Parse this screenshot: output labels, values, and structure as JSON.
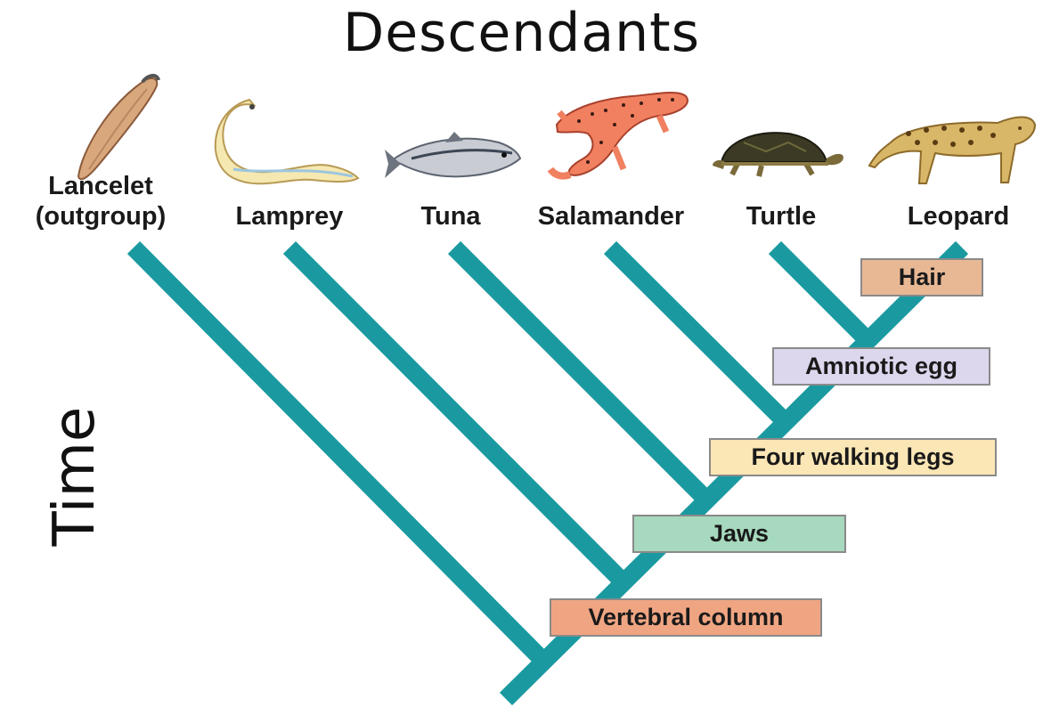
{
  "title": "Descendants",
  "axis_label": "Time",
  "colors": {
    "branch": "#1a9aa0",
    "vertebral_column": "#f0a582",
    "jaws": "#a6d9bd",
    "four_walking_legs": "#fbe6b5",
    "amniotic_egg": "#ddd7ee",
    "hair": "#e8b894"
  },
  "taxa": [
    {
      "name": "Lancelet\n(outgroup)",
      "icon": "lancelet-icon"
    },
    {
      "name": "Lamprey",
      "icon": "lamprey-icon"
    },
    {
      "name": "Tuna",
      "icon": "tuna-icon"
    },
    {
      "name": "Salamander",
      "icon": "salamander-icon"
    },
    {
      "name": "Turtle",
      "icon": "turtle-icon"
    },
    {
      "name": "Leopard",
      "icon": "leopard-icon"
    }
  ],
  "traits": [
    {
      "label": "Vertebral column"
    },
    {
      "label": "Jaws"
    },
    {
      "label": "Four walking legs"
    },
    {
      "label": "Amniotic egg"
    },
    {
      "label": "Hair"
    }
  ]
}
